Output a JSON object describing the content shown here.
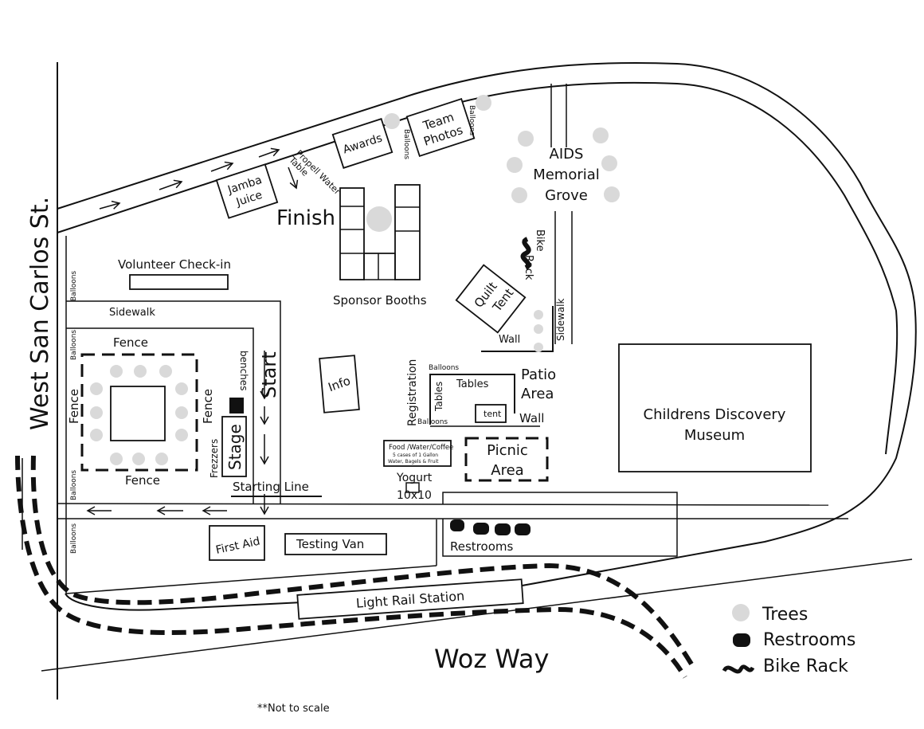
{
  "streets": {
    "west_san_carlos": "West San Carlos St.",
    "woz_way": "Woz Way"
  },
  "labels": {
    "jamba_juice": "Jamba\nJuice",
    "propell_water": "Propell Water\nTable",
    "awards": "Awards",
    "team_photos": "Team\nPhotos",
    "balloons": "Balloons",
    "aids_grove": "AIDS\nMemorial\nGrove",
    "finish": "Finish",
    "sponsor_booths": "Sponsor Booths",
    "volunteer_checkin": "Volunteer Check-in",
    "sidewalk": "Sidewalk",
    "fence": "Fence",
    "benches": "benches",
    "start": "Start",
    "stage": "Stage",
    "freezers": "Frezzers",
    "starting_line": "Starting Line",
    "info": "Info",
    "quilt_tent": "Quilt\nTent",
    "bike_rack": "Bike\nRack",
    "wall": "Wall",
    "registration": "Registration",
    "tables": "Tables",
    "patio_area": "Patio\nArea",
    "tent": "tent",
    "food_water": "Food /Water/Coffee\n5 cases of 1 Gallon\nWater, Bagels & Fruit",
    "yogurt": "Yogurt\n10x10",
    "picnic_area": "Picnic\nArea",
    "childrens_museum": "Childrens Discovery\nMuseum",
    "first_aid": "First Aid",
    "testing_van": "Testing Van",
    "restrooms": "Restrooms",
    "light_rail": "Light Rail Station",
    "not_to_scale": "**Not to scale"
  },
  "legend": [
    {
      "icon": "tree-icon",
      "label": "Trees"
    },
    {
      "icon": "restroom-icon",
      "label": "Restrooms"
    },
    {
      "icon": "bike-rack-icon",
      "label": "Bike Rack"
    }
  ],
  "colors": {
    "ink": "#111111",
    "tree": "#d9d9d9",
    "background": "#ffffff"
  }
}
